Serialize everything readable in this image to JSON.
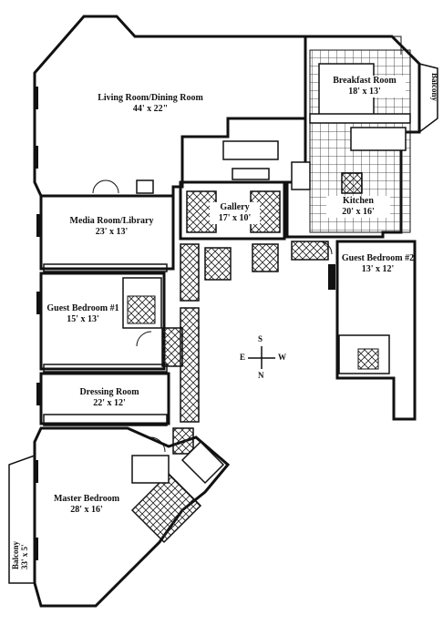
{
  "rooms": {
    "living": {
      "name": "Living Room/Dining Room",
      "dims": "44' x 22\""
    },
    "breakfast": {
      "name": "Breakfast Room",
      "dims": "18' x 13'"
    },
    "kitchen": {
      "name": "Kitchen",
      "dims": "20' x 16'"
    },
    "gallery": {
      "name": "Gallery",
      "dims": "17' x 10'"
    },
    "media": {
      "name": "Media Room/Library",
      "dims": "23' x 13'"
    },
    "guest1": {
      "name": "Guest Bedroom #1",
      "dims": "15' x 13'"
    },
    "guest2": {
      "name": "Guest Bedroom #2",
      "dims": "13' x 12'"
    },
    "dressing": {
      "name": "Dressing Room",
      "dims": "22' x 12'"
    },
    "master": {
      "name": "Master Bedroom",
      "dims": "28' x 16'"
    }
  },
  "balcony_east": {
    "name": "Balcony"
  },
  "balcony_west": {
    "name": "Balcony",
    "dims": "33' x 5'"
  },
  "compass": {
    "s": "S",
    "n": "N",
    "e": "E",
    "w": "W"
  }
}
